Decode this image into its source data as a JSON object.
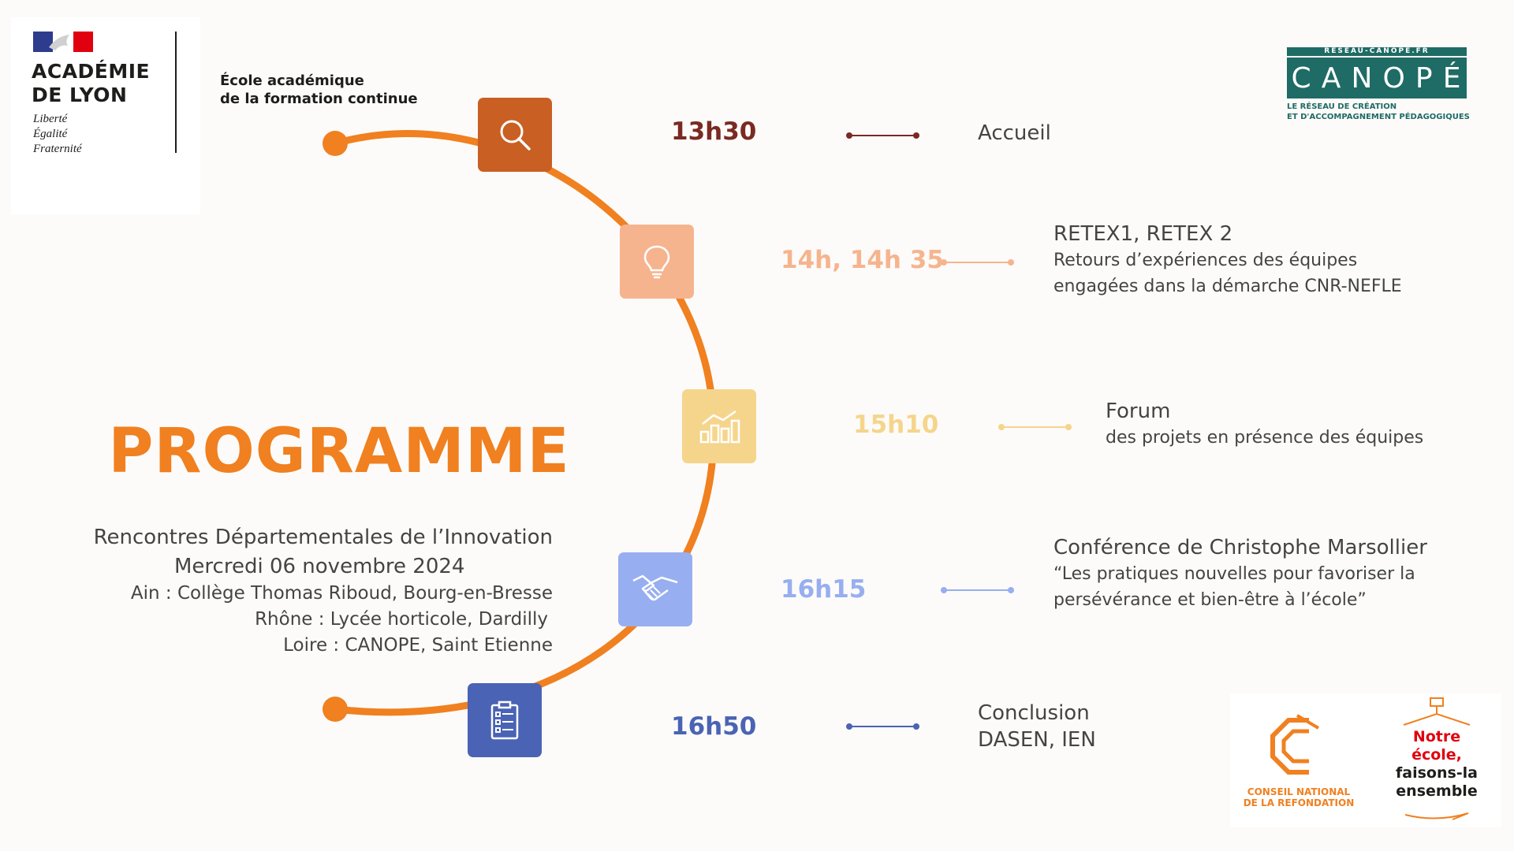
{
  "header": {
    "academie_line1": "ACADÉMIE",
    "academie_line2": "DE LYON",
    "motto": [
      "Liberté",
      "Égalité",
      "Fraternité"
    ],
    "school_line1": "École académique",
    "school_line2": "de la formation continue"
  },
  "canope": {
    "top": "RESEAU-CANOPE.FR",
    "letters": [
      "C",
      "A",
      "N",
      "O",
      "P",
      "É"
    ],
    "line1": "LE RÉSEAU DE CRÉATION",
    "line2": "ET D'ACCOMPAGNEMENT PÉDAGOGIQUES",
    "color": "#1f6b65"
  },
  "title": "PROGRAMME",
  "subtitle": {
    "line1": "Rencontres Départementales de l’Innovation",
    "line2": "Mercredi 06 novembre 2024",
    "line3": "Ain : Collège Thomas Riboud, Bourg-en-Bresse",
    "line4": "Rhône : Lycée horticole, Dardilly",
    "line5": "Loire : CANOPE, Saint Etienne"
  },
  "timeline": [
    {
      "icon": "search-icon",
      "color": "#c95f22",
      "time": "13h30",
      "time_color": "#7a2a22",
      "title": "Accueil",
      "lines": []
    },
    {
      "icon": "lightbulb-icon",
      "color": "#f6b48e",
      "time": "14h, 14h 35",
      "time_color": "#f6b48e",
      "title": "RETEX1, RETEX 2",
      "lines": [
        "Retours d’expériences des équipes",
        "engagées dans la démarche CNR-NEFLE"
      ]
    },
    {
      "icon": "chart-icon",
      "color": "#f5d58c",
      "time": "15h10",
      "time_color": "#f5d58c",
      "title": "Forum",
      "lines": [
        "des projets en présence des équipes"
      ]
    },
    {
      "icon": "handshake-icon",
      "color": "#97aef0",
      "time": "16h15",
      "time_color": "#97aef0",
      "title": "Conférence de Christophe Marsollier",
      "lines": [
        "“Les pratiques nouvelles pour favoriser la",
        "persévérance et bien-être à l’école”"
      ]
    },
    {
      "icon": "clipboard-icon",
      "color": "#4a63b4",
      "time": "16h50",
      "time_color": "#4a63b4",
      "title": "Conclusion",
      "lines": [
        "DASEN, IEN"
      ]
    }
  ],
  "cnr": {
    "line1": "CONSEIL NATIONAL",
    "line2": "DE LA REFONDATION"
  },
  "notre_ecole": {
    "line1": "Notre",
    "line2": "école,",
    "line3": "faisons-la",
    "line4": "ensemble"
  },
  "colors": {
    "accent": "#f08020"
  }
}
